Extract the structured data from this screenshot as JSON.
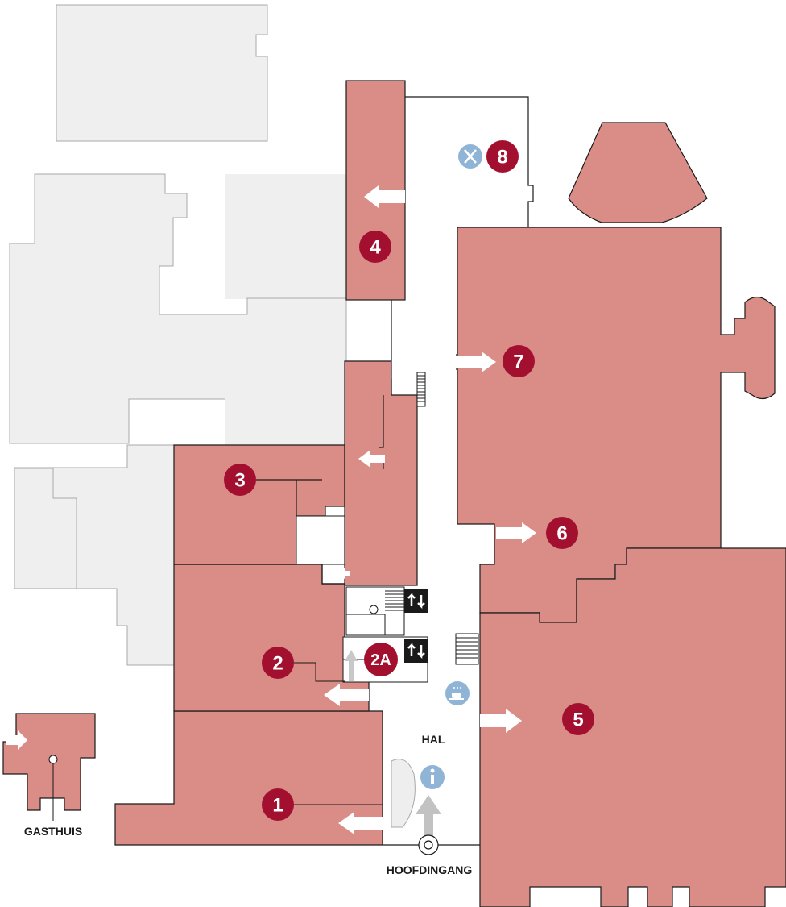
{
  "markers": [
    {
      "id": "1",
      "label": "1"
    },
    {
      "id": "2",
      "label": "2"
    },
    {
      "id": "2a",
      "label": "2A"
    },
    {
      "id": "3",
      "label": "3"
    },
    {
      "id": "4",
      "label": "4"
    },
    {
      "id": "5",
      "label": "5"
    },
    {
      "id": "6",
      "label": "6"
    },
    {
      "id": "7",
      "label": "7"
    },
    {
      "id": "8",
      "label": "8"
    }
  ],
  "labels": {
    "hal": "HAL",
    "hoofdingang": "HOOFDINGANG",
    "gasthuis": "GASTHUIS"
  },
  "icons": {
    "info": "info-icon",
    "coffee": "coffee-icon",
    "restaurant": "fork-knife-icon",
    "lift": "lift-icon",
    "stairs": "stairs-icon",
    "entrance": "entrance-arrow-icon"
  },
  "colors": {
    "exhibition_room": "#da8c87",
    "marker": "#a3102f",
    "service_icon": "#8fb4d6",
    "neighbor_building": "#efefef"
  }
}
